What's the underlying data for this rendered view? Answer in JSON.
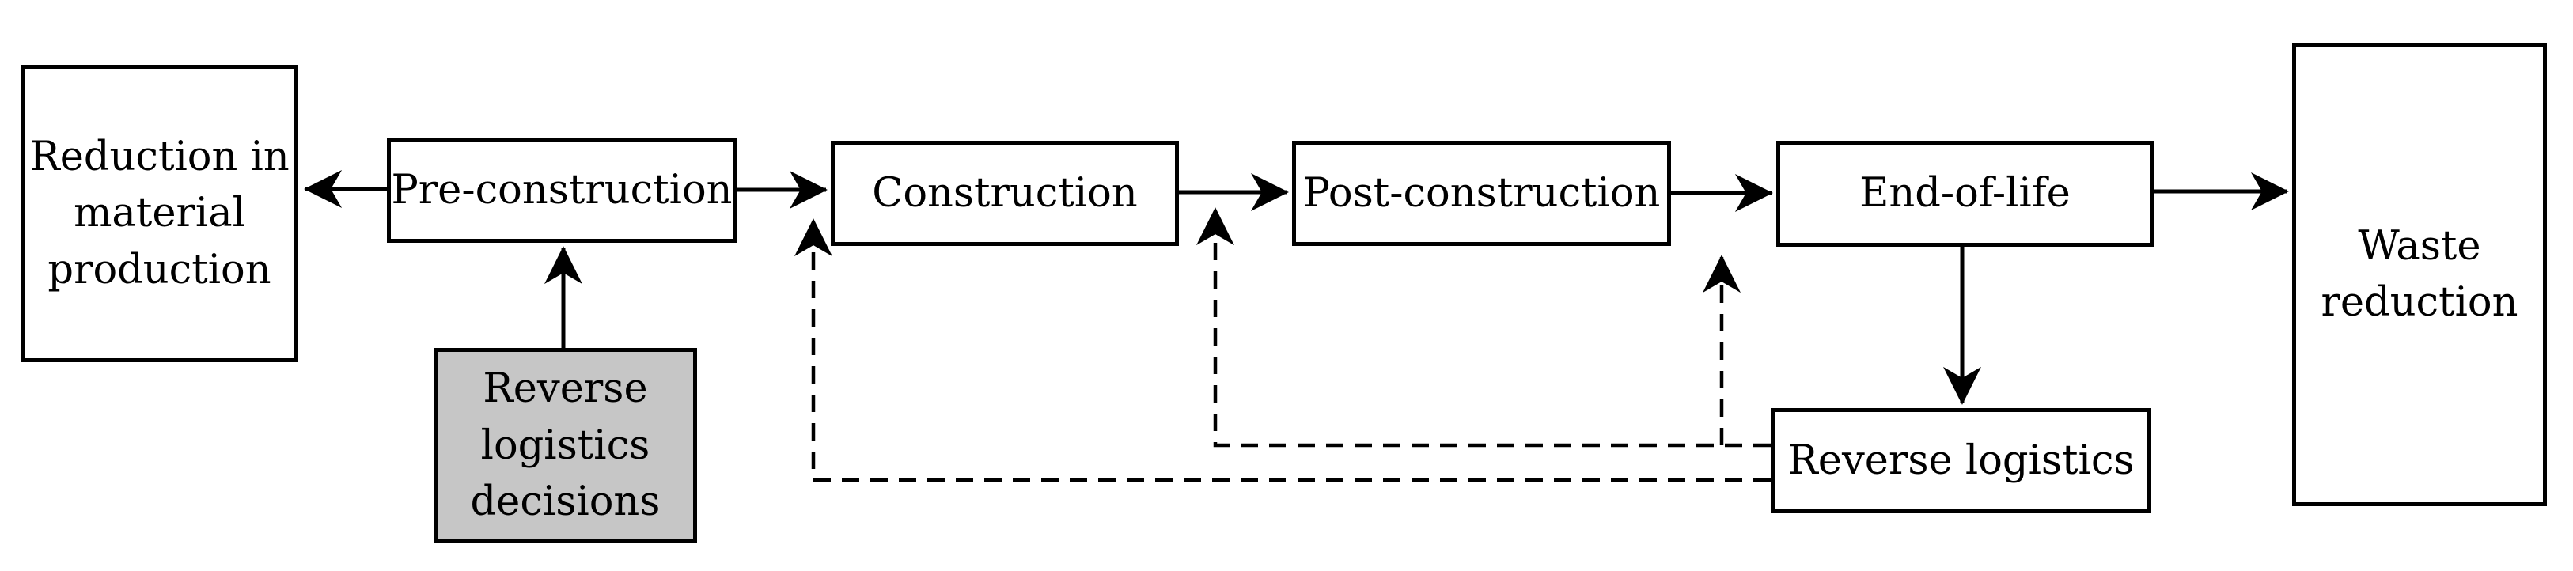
{
  "diagram": {
    "type": "flowchart",
    "background": "#ffffff",
    "colors": {
      "node_fill": "#ffffff",
      "decision_node_fill": "#c6c6c6",
      "border": "#000000",
      "text": "#000000",
      "connector": "#000000"
    },
    "nodes": {
      "reduction_material": {
        "label": "Reduction in\nmaterial\nproduction"
      },
      "pre_construction": {
        "label": "Pre-construction"
      },
      "construction": {
        "label": "Construction"
      },
      "post_construction": {
        "label": "Post-construction"
      },
      "end_of_life": {
        "label": "End-of-life"
      },
      "waste_reduction": {
        "label": "Waste\nreduction"
      },
      "reverse_logistics_decisions": {
        "label": "Reverse\nlogistics\ndecisions"
      },
      "reverse_logistics": {
        "label": "Reverse logistics"
      }
    },
    "edges": [
      {
        "from": "pre_construction",
        "to": "reduction_material",
        "style": "solid"
      },
      {
        "from": "pre_construction",
        "to": "construction",
        "style": "solid"
      },
      {
        "from": "construction",
        "to": "post_construction",
        "style": "solid"
      },
      {
        "from": "post_construction",
        "to": "end_of_life",
        "style": "solid"
      },
      {
        "from": "end_of_life",
        "to": "waste_reduction",
        "style": "solid"
      },
      {
        "from": "reverse_logistics_decisions",
        "to": "pre_construction",
        "style": "solid"
      },
      {
        "from": "end_of_life",
        "to": "reverse_logistics",
        "style": "solid"
      },
      {
        "from": "reverse_logistics",
        "to": "construction",
        "style": "dashed"
      },
      {
        "from": "reverse_logistics",
        "to": "post_construction",
        "style": "dashed"
      },
      {
        "from": "reverse_logistics",
        "to": "end_of_life",
        "style": "dashed"
      }
    ]
  }
}
